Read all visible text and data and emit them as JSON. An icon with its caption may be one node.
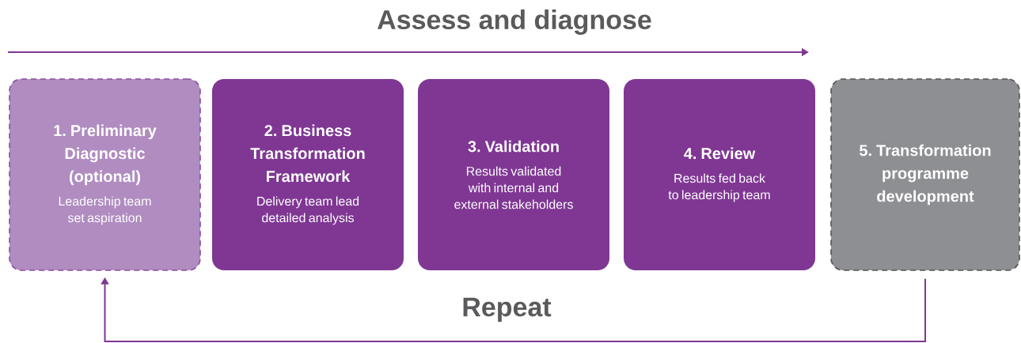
{
  "diagram": {
    "title": "Assess and diagnose",
    "nodes": [
      {
        "text": [
          "1. Preliminary Diagnostic (optional)",
          "Leadership team set aspiration"
        ]
      },
      {
        "text": [
          "2. Business Transformation Framework",
          "Delivery team lead detailed analysis"
        ]
      },
      {
        "text": [
          "3. Validation",
          "Results validated with internal and external stakeholders"
        ]
      },
      {
        "text": [
          "4. Review",
          "Results fed back to leadership team"
        ]
      },
      {
        "text": [
          "5. Transformation programme development"
        ]
      }
    ],
    "edges": [
      {
        "from": 4,
        "to": 0,
        "arrow": "to",
        "label": "Repeat"
      }
    ]
  }
}
